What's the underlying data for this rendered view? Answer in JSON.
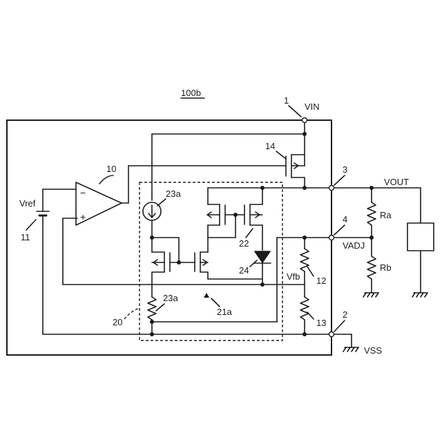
{
  "title": "100b",
  "terminals": {
    "vin": {
      "ref": "1",
      "name": "VIN"
    },
    "vout": {
      "ref": "3",
      "name": "VOUT"
    },
    "vadj": {
      "ref": "4",
      "name": "VADJ"
    },
    "vss": {
      "ref": "2",
      "name": "VSS"
    }
  },
  "components": {
    "op_amp": {
      "ref": "10",
      "minus": "−",
      "plus": "+"
    },
    "vref_source": {
      "ref": "11",
      "name": "Vref"
    },
    "resistor_12": {
      "ref": "12"
    },
    "resistor_13": {
      "ref": "13"
    },
    "feedback": {
      "name": "Vfb"
    },
    "output_transistor": {
      "ref": "14"
    },
    "current_source": {
      "ref": "23a"
    },
    "resistor_23a": {
      "ref": "23a"
    },
    "current_mirror": {
      "ref": "22"
    },
    "diode": {
      "ref": "24"
    },
    "block_21a": {
      "ref": "21a"
    },
    "block_20": {
      "ref": "20"
    },
    "ra": {
      "name": "Ra"
    },
    "rb": {
      "name": "Rb"
    }
  }
}
